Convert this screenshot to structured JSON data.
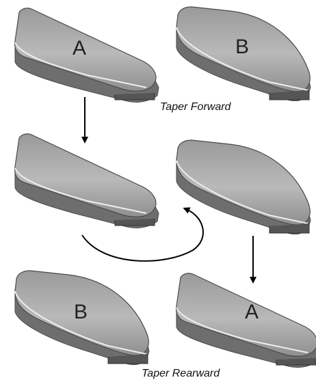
{
  "parts": [
    {
      "letter": "A"
    },
    {
      "letter": "B"
    },
    {
      "letter": ""
    },
    {
      "letter": ""
    },
    {
      "letter": "B"
    },
    {
      "letter": "A"
    }
  ],
  "captions": {
    "top": "Taper Forward",
    "bottom": "Taper Rearward"
  },
  "colors": {
    "part_body": "#bdbdbd",
    "part_top": "#a8a8a8",
    "part_shadow": "#6e6e6e",
    "outline": "#4a4a4a",
    "arrow": "#000000"
  }
}
